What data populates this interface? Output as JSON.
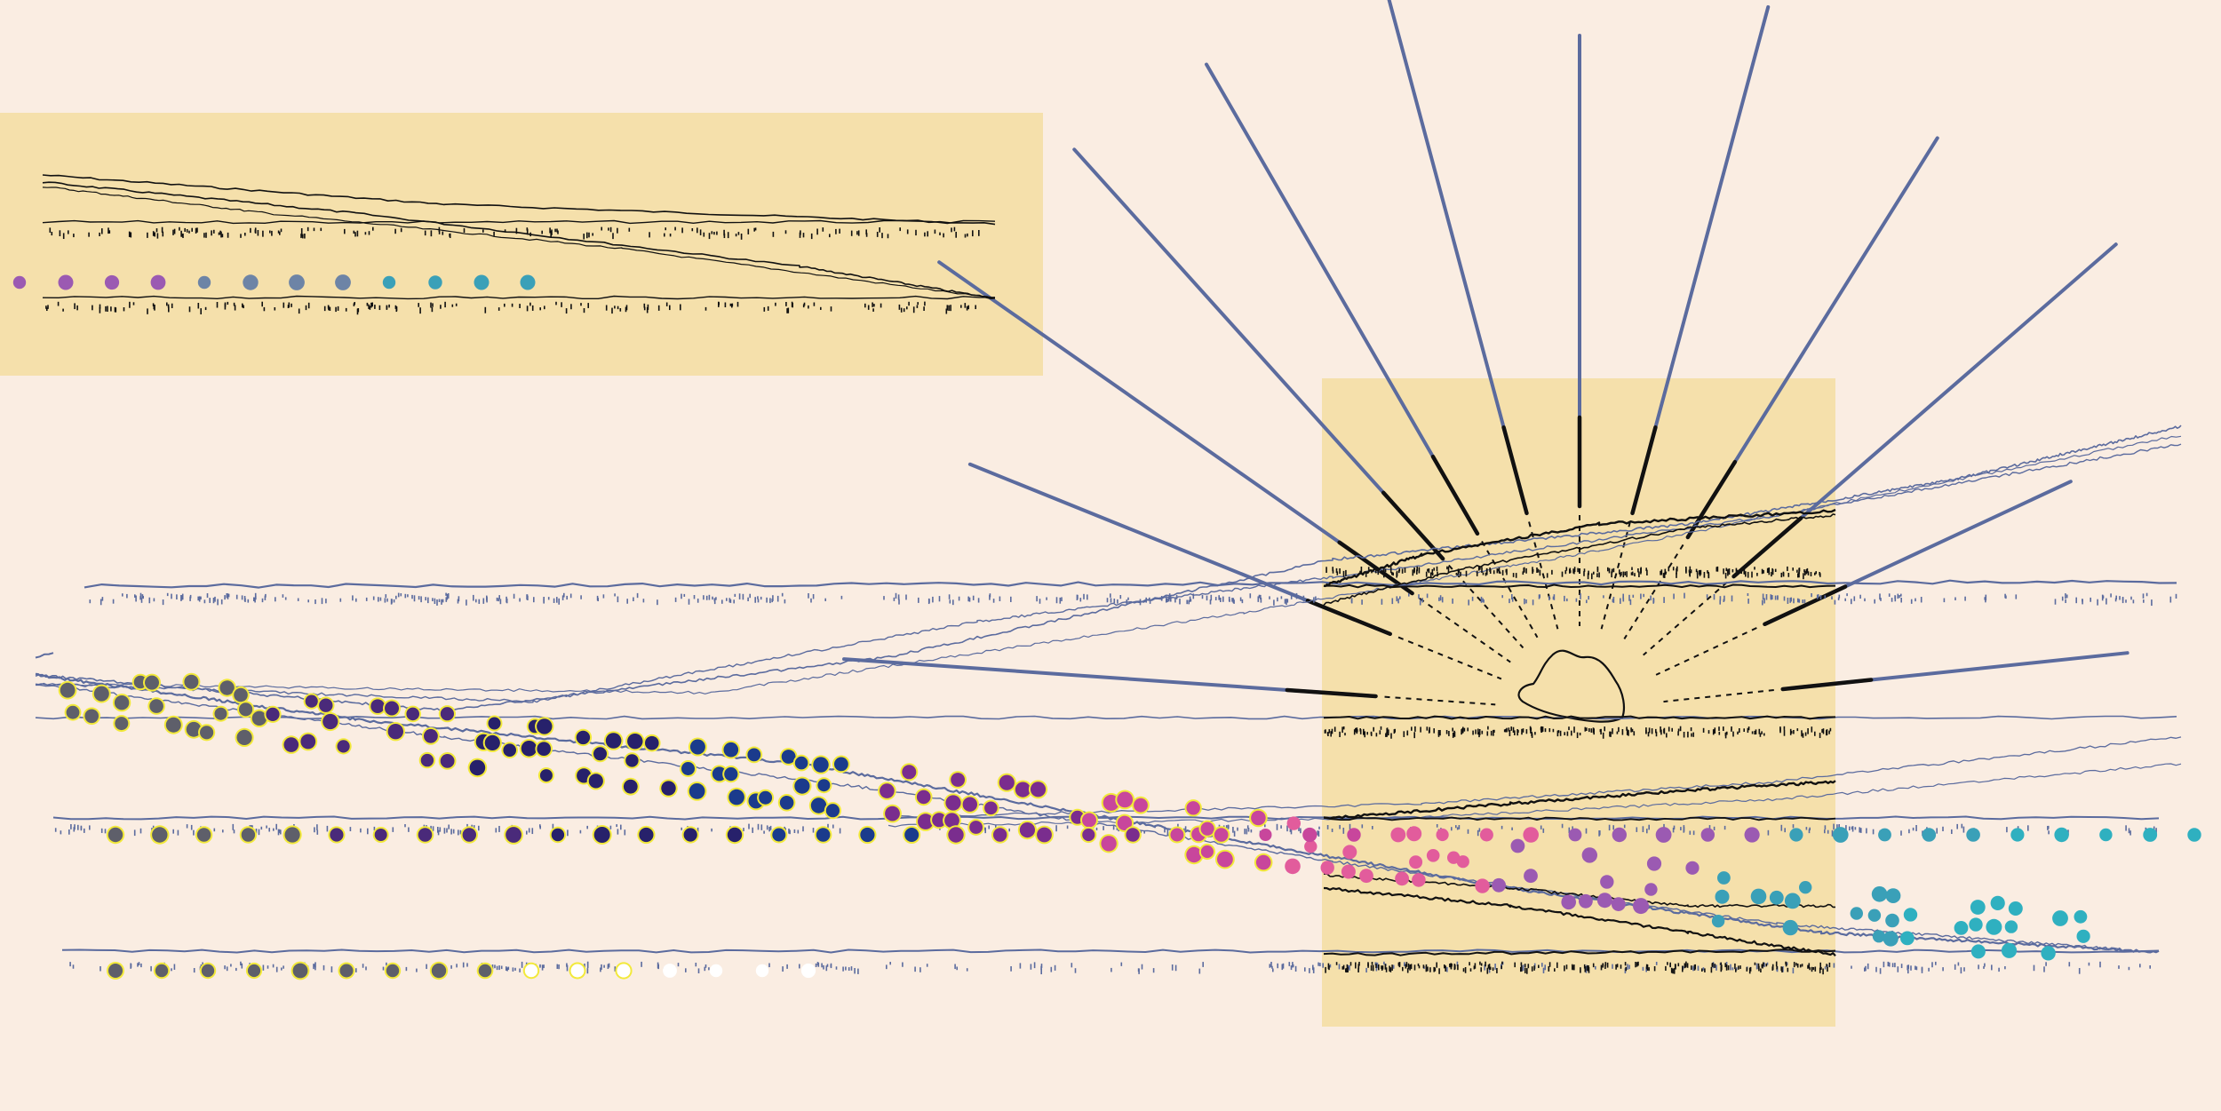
{
  "canvas": {
    "background": "#faede2"
  },
  "palette": {
    "panel_fill": "#f5e0ab",
    "line_blue": "#5b6b9e",
    "line_black": "#111111",
    "dot_yellow": "#f2e93a",
    "dot_colors": [
      "#5e5f6a",
      "#4a2a7a",
      "#27216b",
      "#1b3b8c",
      "#7a2d8e",
      "#c8469c",
      "#e25c9c",
      "#9b5ab2",
      "#3aa0b8",
      "#2fb0c0"
    ]
  },
  "elements": {
    "inset_panel": "inset-panel",
    "main_panel": "main-panel",
    "sunburst": "sunburst-icon",
    "blob": "blob-shape"
  }
}
